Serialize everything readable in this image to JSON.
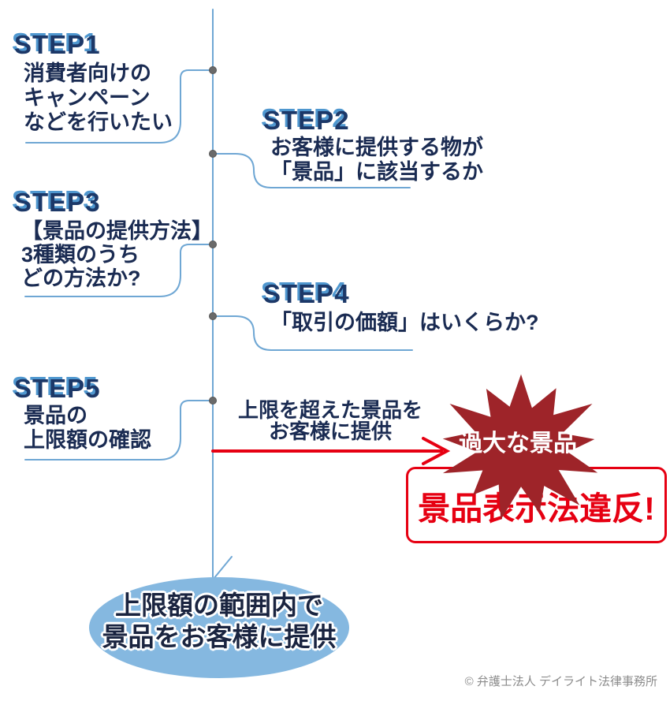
{
  "palette": {
    "line_blue": "#6fa7d4",
    "navy_text": "#1a2b52",
    "step_label_navy": "#1c3868",
    "step_label_light_blue": "#4f97cf",
    "alert_red": "#e60012",
    "burst_dark_red": "#9e2429",
    "ellipse_blue": "#85b8e0",
    "footer_gray": "#8c8c8c"
  },
  "steps": [
    {
      "label": "STEP1",
      "side": "left",
      "lines": [
        "消費者向けの",
        "キャンペーン",
        "などを行いたい"
      ]
    },
    {
      "label": "STEP2",
      "side": "right",
      "lines": [
        "お客様に提供する物が",
        "「景品」に該当するか"
      ]
    },
    {
      "label": "STEP3",
      "side": "left",
      "lines": [
        "【景品の提供方法】",
        "3種類のうち",
        "どの方法か?"
      ]
    },
    {
      "label": "STEP4",
      "side": "right",
      "lines": [
        "「取引の価額」はいくらか?"
      ]
    },
    {
      "label": "STEP5",
      "side": "left",
      "lines": [
        "景品の",
        "上限額の確認"
      ]
    }
  ],
  "violation_flow": {
    "caption_line1": "上限を超えた景品を",
    "caption_line2": "お客様に提供",
    "burst_label": "過大な景品",
    "violation_label": "景品表示法違反!"
  },
  "success_flow": {
    "line1": "上限額の範囲内で",
    "line2": "景品をお客様に提供"
  },
  "footer": {
    "copyright": "© 弁護士法人 デイライト法律事務所"
  }
}
